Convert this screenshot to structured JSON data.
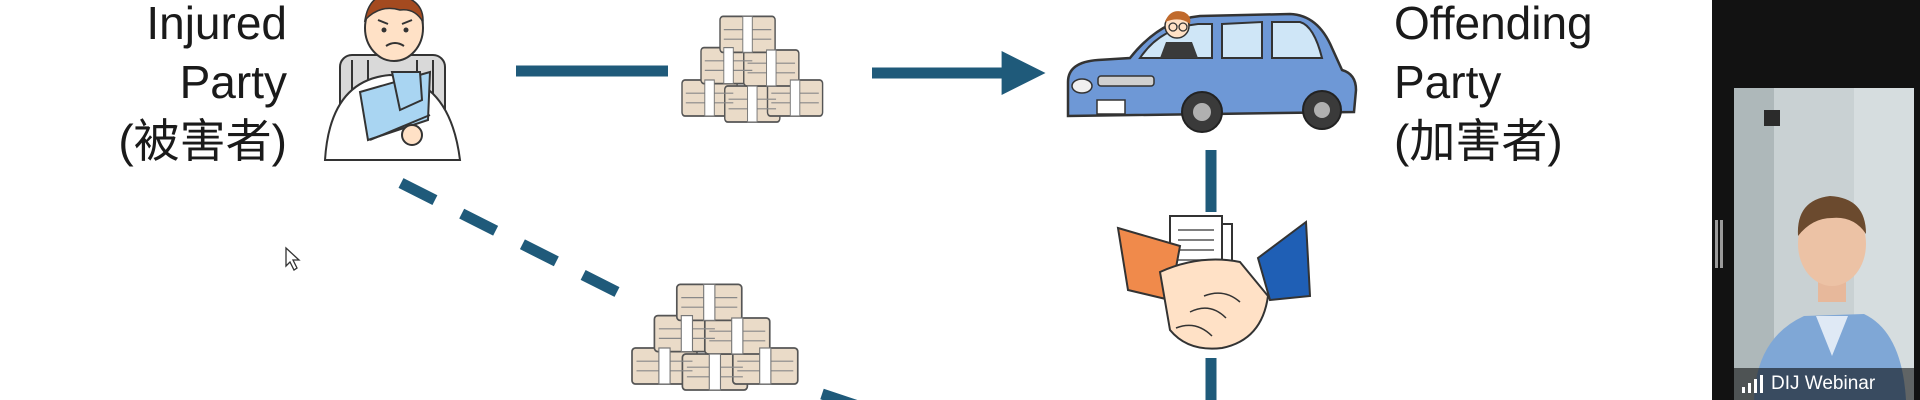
{
  "diagram": {
    "injured_party": {
      "line1": "Injured",
      "line2": "Party",
      "line3": "(被害者)"
    },
    "offending_party": {
      "line1": "Offending",
      "line2": "Party",
      "line3": "(加害者)"
    },
    "icons": [
      "injured-person-icon",
      "money-stack-icon",
      "car-with-driver-icon",
      "handshake-agreement-icon",
      "money-stack-icon",
      "cursor-icon"
    ],
    "colors": {
      "arrow": "#1f5a7a",
      "car": "#6e98d6",
      "hand_left": "#f08a4b",
      "hand_right": "#1f5fb5",
      "money": "#ead9c5"
    }
  },
  "webcam": {
    "participant_name": "DIJ Webinar",
    "icons": [
      "signal-strength-icon",
      "resize-grip-icon"
    ]
  }
}
